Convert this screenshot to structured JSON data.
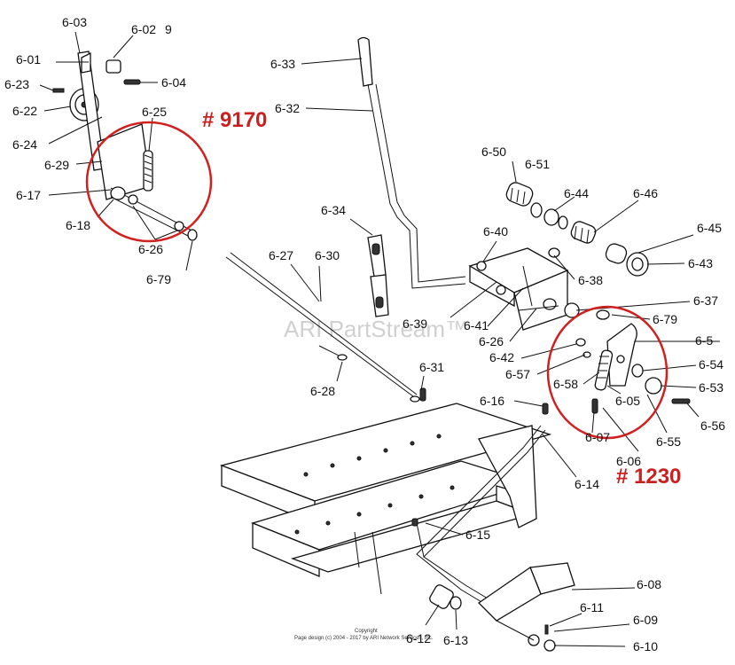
{
  "diagram": {
    "watermark": "ARI PartStream™",
    "copyright_line1": "Copyright",
    "copyright_line2": "Page design (c) 2004 - 2017 by ARI Network Services, Inc.",
    "callouts": [
      "# 9170",
      "# 1230"
    ],
    "labels": [
      "6-03",
      "6-02",
      "9",
      "6-01",
      "6-04",
      "6-23",
      "6-22",
      "6-25",
      "6-24",
      "6-29",
      "6-17",
      "6-18",
      "6-26",
      "6-79",
      "6-33",
      "6-32",
      "6-50",
      "6-51",
      "6-44",
      "6-46",
      "6-45",
      "6-43",
      "6-34",
      "6-40",
      "6-27",
      "6-30",
      "6-38",
      "6-39",
      "6-41",
      "6-37",
      "6-79",
      "6-26",
      "6-5",
      "6-42",
      "6-54",
      "6-57",
      "6-58",
      "6-53",
      "6-05",
      "6-56",
      "6-55",
      "6-07",
      "6-06",
      "6-31",
      "6-28",
      "6-16",
      "6-14",
      "6-15",
      "6-08",
      "6-11",
      "6-09",
      "6-12",
      "6-13",
      "6-10"
    ],
    "highlight_color": "#d21f1f"
  }
}
